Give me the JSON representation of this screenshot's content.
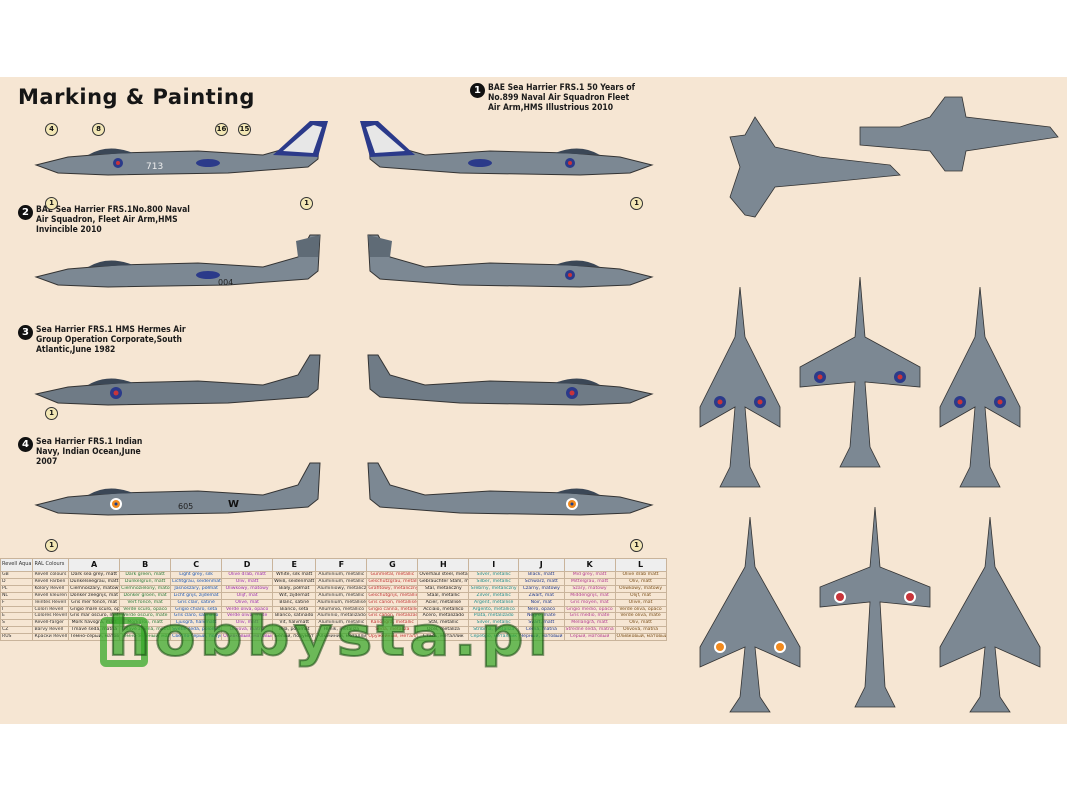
{
  "sheet": {
    "title": "Marking & Painting",
    "variants": [
      {
        "id": "1",
        "text": "BAE Sea Harrier FRS.1 50 Years of No.899 Naval Air Squadron Fleet Air Arm,HMS Illustrious 2010"
      },
      {
        "id": "2",
        "text": "BAE Sea Harrier FRS.1No.800 Naval Air Squadron, Fleet Air Arm,HMS Invincible 2010"
      },
      {
        "id": "3",
        "text": "Sea Harrier FRS.1 HMS Hermes Air Group Operation Corporate,South Atlantic,June 1982"
      },
      {
        "id": "4",
        "text": "Sea Harrier FRS.1 Indian Navy, Indian Ocean,June 2007"
      }
    ],
    "aircraft_codes": [
      "713",
      "004",
      "605",
      "W"
    ]
  },
  "paint_table": {
    "header": [
      "Revell Aqua",
      "RAL Colours",
      "A",
      "B",
      "C",
      "D",
      "E",
      "F",
      "G",
      "H",
      "I",
      "J",
      "K",
      "L"
    ],
    "rows": [
      {
        "lang": "GB",
        "name": "Revell colours",
        "cells": [
          "Dark sea grey, matt",
          "Dark green, matt",
          "Light grey, silk",
          "Olive drab, matt",
          "White, silk matt",
          "Aluminium, metallic",
          "Gunmetal, metallic",
          "Overhaul steel, metallic",
          "Silver, metallic",
          "Black, matt",
          "Mid grey, matt",
          "Olive drab matt"
        ]
      },
      {
        "lang": "D",
        "name": "Revell Farben",
        "cells": [
          "Dunkelseegrau, matt",
          "Dunkelgrün, matt",
          "Lichtgrau, seidenmatt",
          "Oliv, matt",
          "Weiß, seidenmatt",
          "Aluminium, metallic",
          "Geschützgrau, metallic",
          "Gebrauchter Stahl, metallic",
          "Silber, metallic",
          "Schwarz, matt",
          "Mittelgrau, matt",
          "Oliv, matt"
        ]
      },
      {
        "lang": "PL",
        "name": "Kolory Revell",
        "cells": [
          "Ciemnoszary, matowy",
          "Ciemnozielony, matowy",
          "Jasnoszary, półmat",
          "Oliwkowy, matowy",
          "Biały, półmat",
          "Aluminiowy, metaliczny",
          "Grafitowy, metaliczny",
          "Stal, metaliczny",
          "Srebrny, metaliczny",
          "Czarny, matowy",
          "Szary, matowy",
          "Oliwkowy, matowy"
        ]
      },
      {
        "lang": "NL",
        "name": "Revell kleuren",
        "cells": [
          "Donker zeegrijs, mat",
          "Donker groen, mat",
          "Licht grijs, zijdemat",
          "Olijf, mat",
          "Wit, zijdemat",
          "Aluminium, metallic",
          "Geschutgrijs, metallic",
          "Staal, metallic",
          "Zilver, metallic",
          "Zwart, mat",
          "Middengrijs, mat",
          "Olijf, mat"
        ]
      },
      {
        "lang": "F",
        "name": "Teintes Revell",
        "cells": [
          "Gris mer foncé, mat",
          "Vert foncé, mat",
          "Gris clair, satiné",
          "Olive, mat",
          "Blanc, satiné",
          "Aluminium, métallisé",
          "Gris canon, métallisé",
          "Acier, métallisé",
          "Argent, métallisé",
          "Noir, mat",
          "Gris moyen, mat",
          "Olive, mat"
        ]
      },
      {
        "lang": "I",
        "name": "Colori Revell",
        "cells": [
          "Grigio mare scuro, opaco",
          "Verde scuro, opaco",
          "Grigio chiaro, seta",
          "Verde oliva, opaco",
          "Bianco, seta",
          "Alluminio, metallico",
          "Grigio canna, metallico",
          "Acciaio, metallico",
          "Argento, metallico",
          "Nero, opaco",
          "Grigio medio, opaco",
          "Verde oliva, opaco"
        ]
      },
      {
        "lang": "E",
        "name": "Colores Revell",
        "cells": [
          "Gris mar oscuro, mate",
          "Verde oscuro, mate",
          "Gris claro, satinado",
          "Verde oliva, mate",
          "Blanco, satinado",
          "Aluminio, metalizado",
          "Gris cañón, metalizado",
          "Acero, metalizado",
          "Plata, metalizado",
          "Negro, mate",
          "Gris medio, mate",
          "Verde oliva, mate"
        ]
      },
      {
        "lang": "S",
        "name": "Revell-färger",
        "cells": [
          "Mörk havsgrå, matt",
          "Mörkgrön, matt",
          "Ljusgrå, halvmatt",
          "Oliv, matt",
          "Vit, halvmatt",
          "Aluminium, metallic",
          "Kanongrå, metallic",
          "Stål, metallic",
          "Silver, metallic",
          "Svart, matt",
          "Mellangrå, matt",
          "Oliv, matt"
        ]
      },
      {
        "lang": "CZ",
        "name": "Barvy Revell",
        "cells": [
          "Tmavě šedá, matná",
          "Tmavě zelená, matná",
          "Světle šedá, polomat",
          "Olivová, matná",
          "Bílá, polomat",
          "Hliník, metalíza",
          "Šedá, metalíza",
          "Ocel, metalíza",
          "Stříbrná, metalíza",
          "Černá, matná",
          "Středně šedá, matná",
          "Olivová, matná"
        ]
      },
      {
        "lang": "RUS",
        "name": "Краски Revell",
        "cells": [
          "Темно-серый, матовый",
          "Темно-зеленый, матовый",
          "Светло-серый, полумат",
          "Оливковый, матовый",
          "Белый, полумат",
          "Алюминий, металлик",
          "Оружейный, металлик",
          "Сталь, металлик",
          "Серебро, металлик",
          "Черный, матовый",
          "Серый, матовый",
          "Оливковый, матовый"
        ]
      }
    ]
  },
  "watermark": "hobbysta.pl",
  "colors": {
    "background": "#f6e6d3",
    "aircraft_grey": "#7c8893",
    "roundel_blue": "#2b3a8a",
    "roundel_red": "#c8343a",
    "watermark_green": "#36a828"
  }
}
